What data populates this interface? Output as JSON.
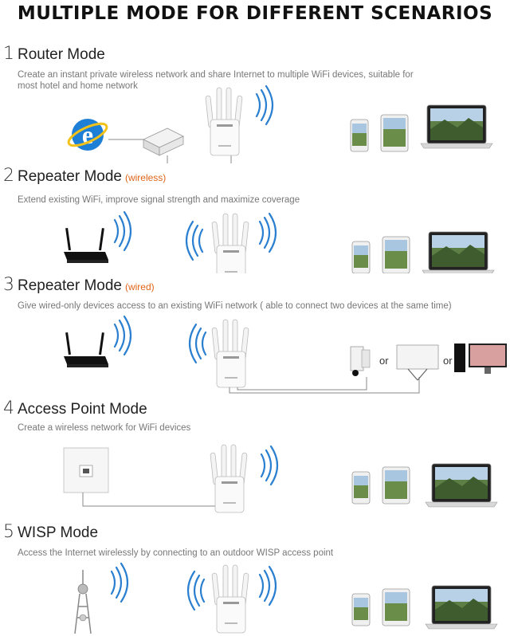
{
  "title": "MULTIPLE MODE FOR DIFFERENT SCENARIOS",
  "modes": [
    {
      "number": "1",
      "name": "Router Mode",
      "tag": "",
      "description": "Create an instant private wireless network and share Internet to multiple WiFi devices, suitable for most hotel and home network"
    },
    {
      "number": "2",
      "name": "Repeater Mode",
      "tag": "(wireless)",
      "description": "Extend existing WiFi, improve signal strength and maximize coverage"
    },
    {
      "number": "3",
      "name": "Repeater Mode",
      "tag": "(wired)",
      "description": "Give wired-only devices access to an existing WiFi network ( able to connect two devices at the same time)",
      "or_label": "or"
    },
    {
      "number": "4",
      "name": "Access Point Mode",
      "tag": "",
      "description": "Create a wireless network for WiFi devices"
    },
    {
      "number": "5",
      "name": "WISP Mode",
      "tag": "",
      "description": "Access the Internet wirelessly by connecting to an outdoor WISP access point"
    }
  ],
  "icons": [
    "internet-explorer-icon",
    "modem-icon",
    "extender-icon",
    "wifi-waves-icon",
    "phone-icon",
    "tablet-icon",
    "laptop-icon",
    "router-icon",
    "game-console-icon",
    "tv-icon",
    "desktop-icon",
    "wall-socket-icon",
    "tower-icon"
  ],
  "colors": {
    "accent": "#e0651a",
    "ie_blue": "#1e7fd6",
    "wifi_blue": "#2a7fd0"
  }
}
